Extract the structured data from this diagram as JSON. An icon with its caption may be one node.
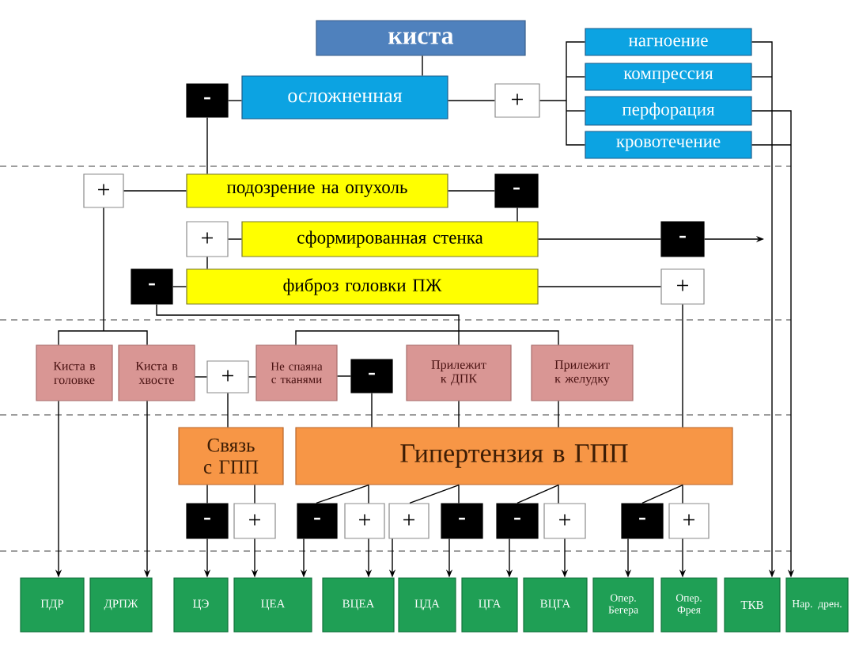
{
  "diagram": {
    "nodes": [
      {
        "text": [
          "киста"
        ]
      },
      {
        "text": [
          "осложненная"
        ]
      },
      {
        "text": [
          "-"
        ]
      },
      {
        "text": [
          "+"
        ]
      },
      {
        "text": [
          "нагноение"
        ]
      },
      {
        "text": [
          "компрессия"
        ]
      },
      {
        "text": [
          "перфорация"
        ]
      },
      {
        "text": [
          "кровотечение"
        ]
      },
      {
        "text": [
          "+"
        ]
      },
      {
        "text": [
          "подозрение на опухоль"
        ]
      },
      {
        "text": [
          "-"
        ]
      },
      {
        "text": [
          "+"
        ]
      },
      {
        "text": [
          "сформированная стенка"
        ]
      },
      {
        "text": [
          "-"
        ]
      },
      {
        "text": [
          "-"
        ]
      },
      {
        "text": [
          "фиброз головки ПЖ"
        ]
      },
      {
        "text": [
          "+"
        ]
      },
      {
        "text": [
          "Киста в головке"
        ]
      },
      {
        "text": [
          "Киста в хвосте"
        ]
      },
      {
        "text": [
          "+"
        ]
      },
      {
        "text": [
          "Не спаяна с тканями"
        ]
      },
      {
        "text": [
          "-"
        ]
      },
      {
        "text": [
          "Прилежит к ДПК"
        ]
      },
      {
        "text": [
          "Прилежит к желудку"
        ]
      },
      {
        "text": [
          "Связь с ГПП"
        ]
      },
      {
        "text": [
          "Гипертензия в ГПП"
        ]
      },
      {
        "text": [
          "-"
        ]
      },
      {
        "text": [
          "+"
        ]
      },
      {
        "text": [
          "-"
        ]
      },
      {
        "text": [
          "+"
        ]
      },
      {
        "text": [
          "+"
        ]
      },
      {
        "text": [
          "-"
        ]
      },
      {
        "text": [
          "-"
        ]
      },
      {
        "text": [
          "+"
        ]
      },
      {
        "text": [
          "-"
        ]
      },
      {
        "text": [
          "+"
        ]
      },
      {
        "text": [
          "ПДР"
        ]
      },
      {
        "text": [
          "ДРПЖ"
        ]
      },
      {
        "text": [
          "ЦЭ"
        ]
      },
      {
        "text": [
          "ЦЕА"
        ]
      },
      {
        "text": [
          "ВЦЕА"
        ]
      },
      {
        "text": [
          "ЦДА"
        ]
      },
      {
        "text": [
          "ЦГА"
        ]
      },
      {
        "text": [
          "ВЦГА"
        ]
      },
      {
        "text": [
          "Опер. Бегера"
        ]
      },
      {
        "text": [
          "Опер. Фрея"
        ]
      },
      {
        "text": [
          "ТКВ"
        ]
      },
      {
        "text": [
          "Нар. дрен."
        ]
      }
    ],
    "edges": [
      {
        "from": 0,
        "to": 1,
        "arrow": "none"
      },
      {
        "from": 1,
        "to": 2,
        "arrow": "none"
      },
      {
        "from": 1,
        "to": 3,
        "arrow": "none"
      },
      {
        "from": 3,
        "to": 4,
        "arrow": "none"
      },
      {
        "from": 3,
        "to": 5,
        "arrow": "none"
      },
      {
        "from": 3,
        "to": 6,
        "arrow": "none"
      },
      {
        "from": 3,
        "to": 7,
        "arrow": "none"
      },
      {
        "from": 4,
        "to": 46,
        "arrow": "to"
      },
      {
        "from": 5,
        "to": 46,
        "arrow": "to"
      },
      {
        "from": 6,
        "to": 47,
        "arrow": "to"
      },
      {
        "from": 7,
        "to": 47,
        "arrow": "to"
      },
      {
        "from": 2,
        "to": 9,
        "arrow": "none"
      },
      {
        "from": 9,
        "to": 8,
        "arrow": "none"
      },
      {
        "from": 9,
        "to": 10,
        "arrow": "none"
      },
      {
        "from": 10,
        "to": 12,
        "arrow": "none"
      },
      {
        "from": 12,
        "to": 11,
        "arrow": "none"
      },
      {
        "from": 12,
        "to": 13,
        "arrow": "none"
      },
      {
        "from": 13,
        "to": null,
        "arrow": "to"
      },
      {
        "from": 11,
        "to": 15,
        "arrow": "none"
      },
      {
        "from": 15,
        "to": 14,
        "arrow": "none"
      },
      {
        "from": 15,
        "to": 16,
        "arrow": "none"
      },
      {
        "from": 8,
        "to": 17,
        "arrow": "none"
      },
      {
        "from": 8,
        "to": 18,
        "arrow": "none"
      },
      {
        "from": 14,
        "to": 20,
        "arrow": "none"
      },
      {
        "from": 14,
        "to": 22,
        "arrow": "none"
      },
      {
        "from": 14,
        "to": 23,
        "arrow": "none"
      },
      {
        "from": 16,
        "to": 25,
        "arrow": "none"
      },
      {
        "from": 18,
        "to": 19,
        "arrow": "none"
      },
      {
        "from": 19,
        "to": 20,
        "arrow": "none"
      },
      {
        "from": 20,
        "to": 21,
        "arrow": "none"
      },
      {
        "from": 19,
        "to": 24,
        "arrow": "none"
      },
      {
        "from": 21,
        "to": 25,
        "arrow": "none"
      },
      {
        "from": 22,
        "to": 25,
        "arrow": "none"
      },
      {
        "from": 23,
        "to": 25,
        "arrow": "none"
      },
      {
        "from": 17,
        "to": 36,
        "arrow": "to"
      },
      {
        "from": 18,
        "to": 37,
        "arrow": "to"
      },
      {
        "from": 24,
        "to": 26,
        "arrow": "none"
      },
      {
        "from": 24,
        "to": 27,
        "arrow": "none"
      },
      {
        "from": 25,
        "to": 28,
        "arrow": "none"
      },
      {
        "from": 25,
        "to": 29,
        "arrow": "none"
      },
      {
        "from": 25,
        "to": 30,
        "arrow": "none"
      },
      {
        "from": 25,
        "to": 31,
        "arrow": "none"
      },
      {
        "from": 25,
        "to": 32,
        "arrow": "none"
      },
      {
        "from": 25,
        "to": 33,
        "arrow": "none"
      },
      {
        "from": 25,
        "to": 34,
        "arrow": "none"
      },
      {
        "from": 25,
        "to": 35,
        "arrow": "none"
      },
      {
        "from": 26,
        "to": 38,
        "arrow": "to"
      },
      {
        "from": 27,
        "to": 39,
        "arrow": "to"
      },
      {
        "from": 28,
        "to": 39,
        "arrow": "to"
      },
      {
        "from": 29,
        "to": 40,
        "arrow": "to"
      },
      {
        "from": 30,
        "to": 40,
        "arrow": "to"
      },
      {
        "from": 31,
        "to": 41,
        "arrow": "to"
      },
      {
        "from": 32,
        "to": 42,
        "arrow": "to"
      },
      {
        "from": 33,
        "to": 43,
        "arrow": "to"
      },
      {
        "from": 34,
        "to": 44,
        "arrow": "to"
      },
      {
        "from": 35,
        "to": 45,
        "arrow": "to"
      }
    ]
  }
}
